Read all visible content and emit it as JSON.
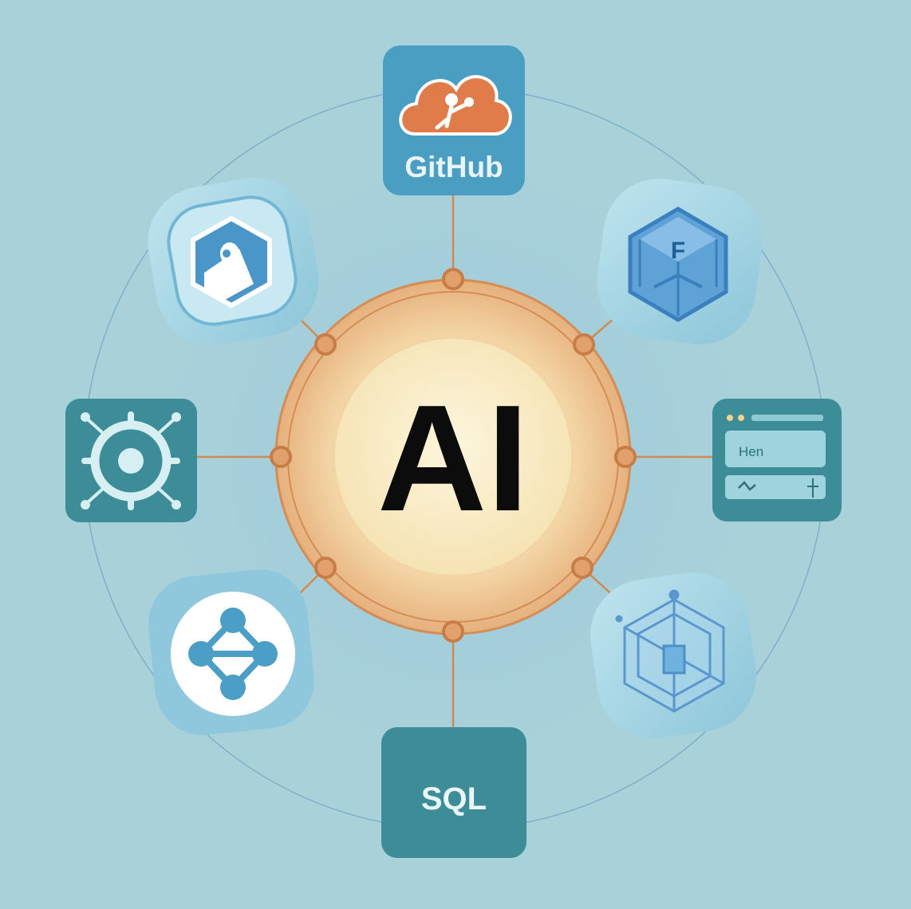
{
  "center": {
    "label": "AI",
    "icon": "ai-hub"
  },
  "nodes": [
    {
      "id": "github",
      "label": "GitHub",
      "icon": "github-cloud-icon"
    },
    {
      "id": "fcube",
      "label": "F",
      "icon": "f-cube-icon"
    },
    {
      "id": "browser",
      "label": "Hen",
      "icon": "browser-window-icon"
    },
    {
      "id": "glass-cube",
      "label": "",
      "icon": "glass-cube-icon"
    },
    {
      "id": "sql",
      "label": "SQL",
      "icon": "sql-database-icon"
    },
    {
      "id": "network",
      "label": "",
      "icon": "network-nodes-icon"
    },
    {
      "id": "gear",
      "label": "",
      "icon": "gear-icon"
    },
    {
      "id": "hex-shield",
      "label": "",
      "icon": "hexagon-shield-icon"
    }
  ],
  "colors": {
    "background": "#a9d1da",
    "outer_ring": "#6fa6c2",
    "connector": "#cf8a55",
    "center_outer": "#f0c493",
    "center_inner": "#fbf0cf",
    "center_text": "#0c0c0c",
    "tile_dark": "#3c8d97",
    "tile_blue": "#4a9ec2",
    "tile_light": "#9ad0df",
    "github_cloud": "#e07b4a"
  }
}
